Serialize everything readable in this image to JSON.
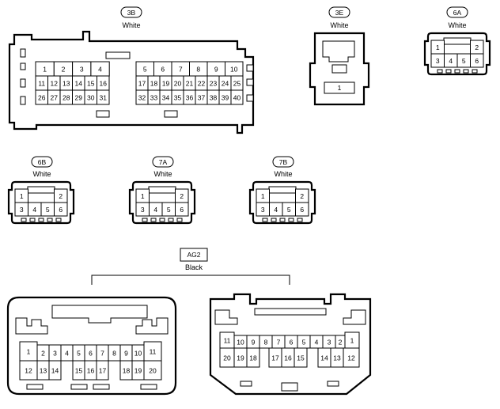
{
  "connectors": {
    "c3b": {
      "code": "3B",
      "color": "White",
      "rows": [
        [
          "1",
          "2",
          "3",
          "4",
          "5",
          "6",
          "7",
          "8",
          "9",
          "10"
        ],
        [
          "11",
          "12",
          "13",
          "14",
          "15",
          "16",
          "17",
          "18",
          "19",
          "20",
          "21",
          "22",
          "23",
          "24",
          "25"
        ],
        [
          "26",
          "27",
          "28",
          "29",
          "30",
          "31",
          "32",
          "33",
          "34",
          "35",
          "36",
          "37",
          "38",
          "39",
          "40"
        ]
      ]
    },
    "c3e": {
      "code": "3E",
      "color": "White",
      "pin": "1"
    },
    "c6a": {
      "code": "6A",
      "color": "White",
      "pins": [
        "1",
        "2",
        "3",
        "4",
        "5",
        "6"
      ]
    },
    "c6b": {
      "code": "6B",
      "color": "White",
      "pins": [
        "1",
        "2",
        "3",
        "4",
        "5",
        "6"
      ]
    },
    "c7a": {
      "code": "7A",
      "color": "White",
      "pins": [
        "1",
        "2",
        "3",
        "4",
        "5",
        "6"
      ]
    },
    "c7b": {
      "code": "7B",
      "color": "White",
      "pins": [
        "1",
        "2",
        "3",
        "4",
        "5",
        "6"
      ]
    },
    "ag2": {
      "code": "AG2",
      "color": "Black",
      "left": {
        "top": [
          "1",
          "2",
          "3",
          "4",
          "5",
          "6",
          "7",
          "8",
          "9",
          "10",
          "11"
        ],
        "bottom": [
          "12",
          "13",
          "14",
          "15",
          "16",
          "17",
          "18",
          "19",
          "20"
        ]
      },
      "right": {
        "top": [
          "11",
          "10",
          "9",
          "8",
          "7",
          "6",
          "5",
          "4",
          "3",
          "2",
          "1"
        ],
        "bottom": [
          "20",
          "19",
          "18",
          "17",
          "16",
          "15",
          "14",
          "13",
          "12"
        ]
      }
    }
  }
}
